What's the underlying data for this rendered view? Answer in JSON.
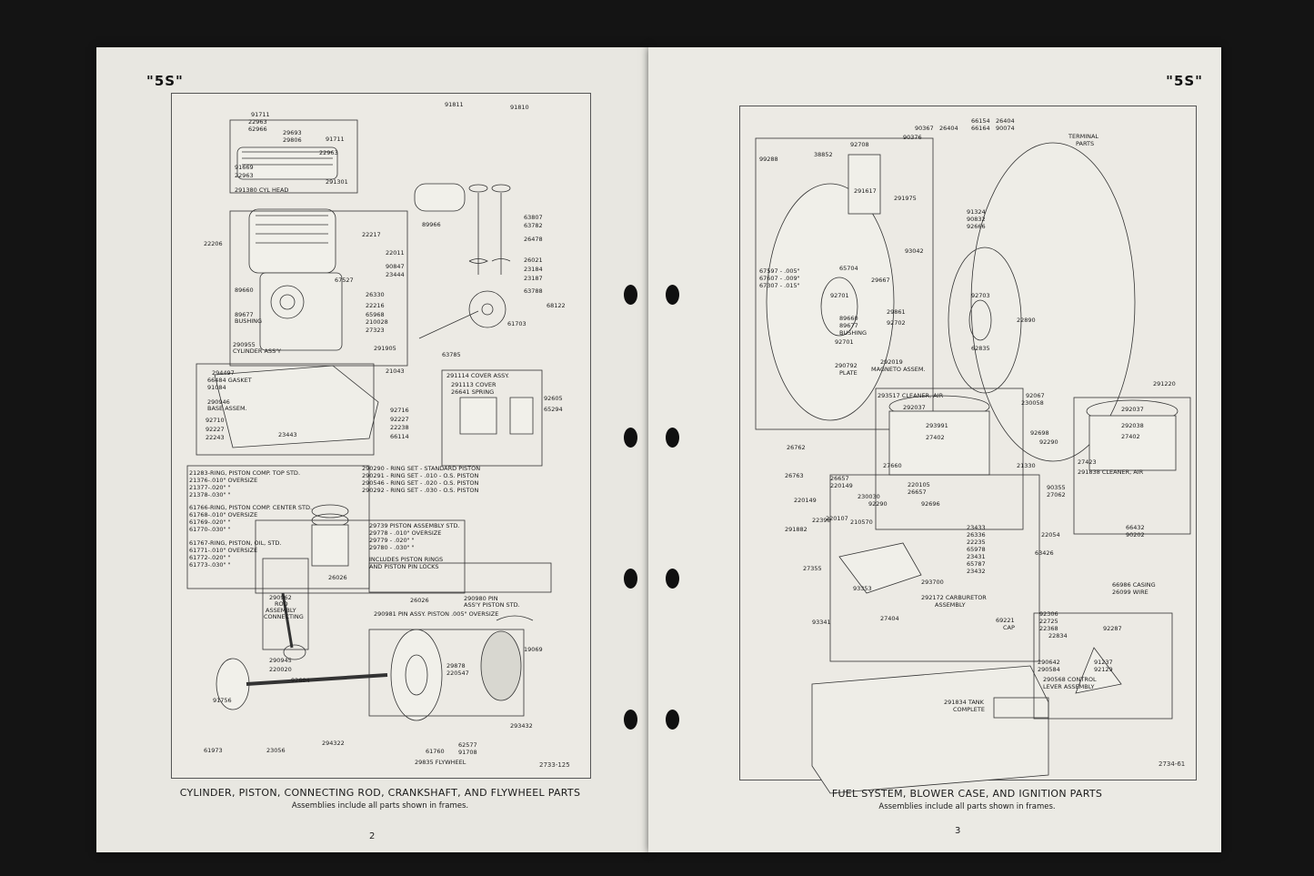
{
  "left_page": {
    "model_tag": "\"5S\"",
    "page_number": "2",
    "plate_id": "2733-125",
    "caption": "CYLINDER, PISTON, CONNECTING ROD, CRANKSHAFT, AND FLYWHEEL PARTS",
    "subcaption": "Assemblies include all parts shown in frames.",
    "part_labels": {
      "p91811": "91811",
      "p91810": "91810",
      "p91711a": "91711",
      "p22963a": "22963",
      "p62966": "62966",
      "p29693": "29693",
      "p29806": "29806",
      "p91711b": "91711",
      "p91669": "91669",
      "p22963b": "22963",
      "p22963c": "22963",
      "p291301": "291301",
      "p291380": "291380 CYL HEAD",
      "p89966": "89966",
      "p22206": "22206",
      "p63807": "63807",
      "p63782": "63782",
      "p26478": "26478",
      "p26021": "26021",
      "p23184": "23184",
      "p23187": "23187",
      "p63788": "63788",
      "p22217": "22217",
      "p22011": "22011",
      "p90847": "90847",
      "p23444": "23444",
      "p67527": "67527",
      "p89660": "89660",
      "p89677": "89677",
      "p_bushing": "BUSHING",
      "p26330": "26330",
      "p22216": "22216",
      "p65968": "65968",
      "p210028": "210028",
      "p27323": "27323",
      "p68122": "68122",
      "p61703": "61703",
      "p63785": "63785",
      "p290955": "290955",
      "p_cyl_assy": "CYLINDER ASS'Y",
      "p291905": "291905",
      "p294497": "294497",
      "p66484": "66484 GASKET",
      "p91084": "91084",
      "p21043": "21043",
      "p290946": "290946",
      "p_base": "BASE ASSEM.",
      "p291114": "291114 COVER ASSY.",
      "p291113": "291113 COVER",
      "p26641": "26641 SPRING",
      "p92605": "92605",
      "p65294": "65294",
      "p92710": "92710",
      "p92227a": "92227",
      "p22243": "22243",
      "p23443": "23443",
      "p92716": "92716",
      "p92227b": "92227",
      "p22238": "22238",
      "p66114": "66114",
      "rings_left": [
        "21283-RING, PISTON COMP. TOP STD.",
        "21376-.010\" OVERSIZE",
        "21377-.020\"  \"",
        "21378-.030\"  \"",
        "61766-RING, PISTON COMP. CENTER STD.",
        "61768-.010\" OVERSIZE",
        "61769-.020\"  \"",
        "61770-.030\"  \"",
        "61767-RING, PISTON, OIL, STD.",
        "61771-.010\" OVERSIZE",
        "61772-.020\"  \"",
        "61773-.030\"  \""
      ],
      "ring_sets": [
        "290290 - RING SET - STANDARD PISTON",
        "290291 - RING SET - .010 - O.S. PISTON",
        "290546 - RING SET - .020 - O.S. PISTON",
        "290292 - RING SET - .030 - O.S. PISTON"
      ],
      "piston_assy": [
        "29739 PISTON ASSEMBLY STD.",
        "29778 - .010\" OVERSIZE",
        "29779 - .020\"   \"",
        "29780 - .030\"   \"",
        "INCLUDES PISTON RINGS",
        "AND PISTON PIN LOCKS"
      ],
      "p26026": "26026",
      "p290962": "290962",
      "p_rod": "ROD",
      "p_rod2": "ASSEMBLY",
      "p_rod3": "CONNECTING",
      "p26026b": "26026",
      "p290980": "290980 PIN",
      "p290980b": "ASS'Y PISTON STD.",
      "p290981": "290981 PIN ASSY. PISTON .005\" OVERSIZE",
      "p19069": "19069",
      "p290945": "290945",
      "p220020": "220020",
      "p92604": "92604",
      "p29878": "29878",
      "p220547": "220547",
      "p91756": "91756",
      "p61973": "61973",
      "p23056": "23056",
      "p294322": "294322",
      "p293432": "293432",
      "p61760": "61760",
      "p62577": "62577",
      "p91708": "91708",
      "p29835": "29835 FLYWHEEL"
    }
  },
  "right_page": {
    "model_tag": "\"5S\"",
    "page_number": "3",
    "plate_id": "2734-61",
    "caption": "FUEL SYSTEM, BLOWER CASE, AND IGNITION PARTS",
    "subcaption": "Assemblies include all parts shown in frames.",
    "part_labels": {
      "p90367": "90367",
      "p90376": "90376",
      "p26404a": "26404",
      "p66154": "66154",
      "p66164": "66164",
      "p26404b": "26404",
      "p90074": "90074",
      "p_terminal": "TERMINAL",
      "p_parts": "PARTS",
      "p92708": "92708",
      "p38852": "38852",
      "p99288": "99288",
      "p291617": "291617",
      "p291975": "291975",
      "p91324": "91324",
      "p90832": "90832",
      "p92666": "92666",
      "p67597": "67597 - .005\"",
      "p67607": "67607 - .009\"",
      "p67307": "67307 - .015\"",
      "p65704": "65704",
      "p93042": "93042",
      "p92701": "92701",
      "p29667": "29667",
      "p92703": "92703",
      "p22890": "22890",
      "p62835": "62835",
      "p89660": "89660",
      "p89677": "89677",
      "p_bushing": "BUSHING",
      "p29861": "29861",
      "p92702": "92702",
      "p92701b": "92701",
      "p290792": "290792",
      "p_plate": "PLATE",
      "p292019": "292019",
      "p_magneto": "MAGNETO ASSEM.",
      "p291220": "291220",
      "p293517": "293517 CLEANER, AIR",
      "p292037a": "292037",
      "p293991": "293991",
      "p27402a": "27402",
      "p27660": "27660",
      "p92067": "92067",
      "p230058": "230058",
      "p92698": "92698",
      "p92290a": "92290",
      "p21330": "21330",
      "p90355": "90355",
      "p27062": "27062",
      "p292037b": "292037",
      "p292038": "292038",
      "p27402b": "27402",
      "p27423": "27423",
      "p291838": "291838 CLEANER, AIR",
      "p26762": "26762",
      "p26763": "26763",
      "p26657a": "26657",
      "p220149": "220149",
      "p22014b": "220149",
      "p230030": "230030",
      "p220105": "220105",
      "p26657b": "26657",
      "p92696": "92696",
      "p92290b": "92290",
      "p220107": "220107",
      "p210570": "210570",
      "p22398": "22398",
      "p291882": "291882",
      "p23433": "23433",
      "p26336": "26336",
      "p22235": "22235",
      "p65978": "65978",
      "p23431": "23431",
      "p65787": "65787",
      "p23432": "23432",
      "p27355": "27355",
      "p93353": "93353",
      "p293700": "293700",
      "p292172": "292172 CARBURETOR",
      "p_carb": "ASSEMBLY",
      "p22054": "22054",
      "p66432": "66432",
      "p90202": "90202",
      "p63426": "63426",
      "p66986": "66986 CASING",
      "p26099": "26099 WIRE",
      "p93341": "93341",
      "p27404": "27404",
      "p69221": "69221",
      "p_cap": "CAP",
      "p92306": "92306",
      "p22725": "22725",
      "p22368": "22368",
      "p22834": "22834",
      "p92287": "92287",
      "p290642": "290642",
      "p91237": "91237",
      "p290584": "290584",
      "p92129": "92129",
      "p290568": "290568 CONTROL",
      "p_lever": "LEVER ASSEMBLY",
      "p291834": "291834 TANK",
      "p_complete": "COMPLETE"
    }
  }
}
